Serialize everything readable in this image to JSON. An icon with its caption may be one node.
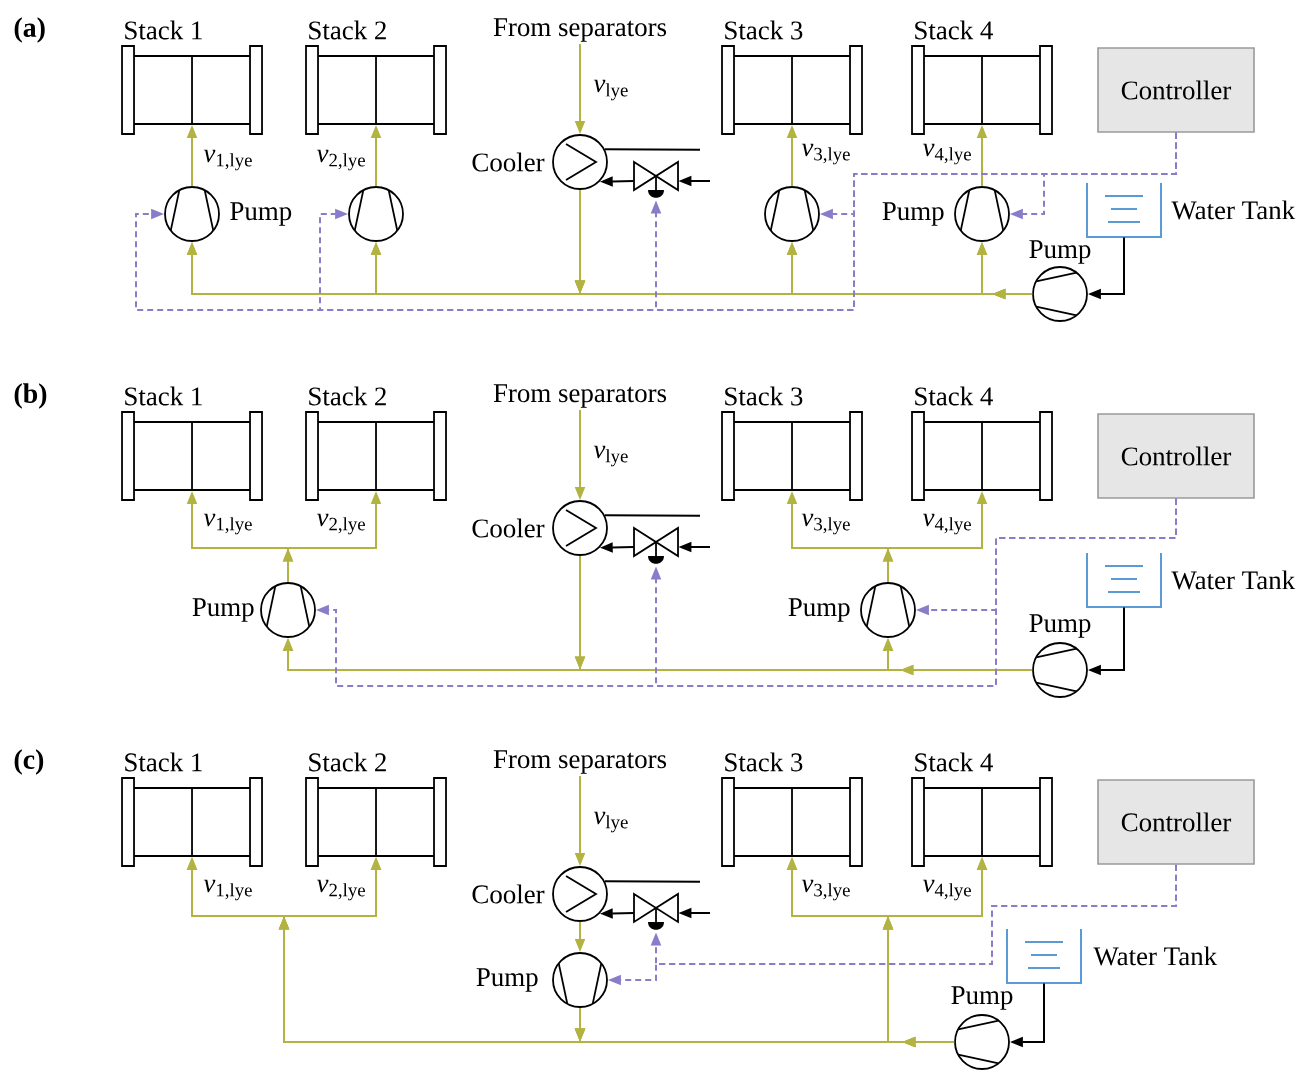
{
  "diagram": {
    "nodes": [
      {
        "text": [
          "Stack 1"
        ]
      },
      {
        "text": [
          "Stack 2"
        ]
      },
      {
        "text": [
          "From separators"
        ]
      },
      {
        "text": [
          "Stack 3"
        ]
      },
      {
        "text": [
          "Stack 4"
        ]
      },
      {
        "text": [
          "Controller"
        ]
      },
      {
        "text": [
          "Cooler"
        ]
      },
      {
        "text": [],
        "shape": "valve"
      },
      {
        "text": [
          "Pump"
        ]
      },
      {
        "text": [],
        "shape": "circle"
      },
      {
        "text": [],
        "shape": "circle"
      },
      {
        "text": [
          "Pump"
        ]
      },
      {
        "text": [
          "Water Tank"
        ]
      },
      {
        "text": [
          "Pump"
        ]
      },
      {
        "text": [
          "Stack 1"
        ]
      },
      {
        "text": [
          "Stack 2"
        ]
      },
      {
        "text": [
          "From separators"
        ]
      },
      {
        "text": [
          "Stack 3"
        ]
      },
      {
        "text": [
          "Stack 4"
        ]
      },
      {
        "text": [
          "Controller"
        ]
      },
      {
        "text": [
          "Cooler"
        ]
      },
      {
        "text": [],
        "shape": "valve"
      },
      {
        "text": [
          "Pump"
        ]
      },
      {
        "text": [
          "Pump"
        ]
      },
      {
        "text": [
          "Water Tank"
        ]
      },
      {
        "text": [
          "Pump"
        ]
      },
      {
        "text": [
          "Stack 1"
        ]
      },
      {
        "text": [
          "Stack 2"
        ]
      },
      {
        "text": [
          "From separators"
        ]
      },
      {
        "text": [
          "Stack 3"
        ]
      },
      {
        "text": [
          "Stack 4"
        ]
      },
      {
        "text": [
          "Controller"
        ]
      },
      {
        "text": [
          "Cooler"
        ]
      },
      {
        "text": [],
        "shape": "valve"
      },
      {
        "text": [
          "Water Tank"
        ]
      },
      {
        "text": [
          "Pump"
        ]
      },
      {
        "text": [
          "Pump"
        ]
      }
    ],
    "edges": [
      {
        "from": 2,
        "to": 6,
        "arrow": "to",
        "label": "*v*$_{lye}$"
      },
      {
        "from": 6,
        "to": 8,
        "arrow": "to"
      },
      {
        "from": 6,
        "to": 9,
        "arrow": "to"
      },
      {
        "from": 6,
        "to": 10,
        "arrow": "to"
      },
      {
        "from": 6,
        "to": 11,
        "arrow": "to"
      },
      {
        "from": 13,
        "to": 8,
        "arrow": "to"
      },
      {
        "from": 13,
        "to": 9,
        "arrow": "to"
      },
      {
        "from": 13,
        "to": 10,
        "arrow": "to"
      },
      {
        "from": 13,
        "to": 11,
        "arrow": "to"
      },
      {
        "from": 8,
        "to": 0,
        "arrow": "to",
        "label": "*v*$_{1,lye}$"
      },
      {
        "from": 9,
        "to": 1,
        "arrow": "to",
        "label": "*v*$_{2,lye}$"
      },
      {
        "from": 10,
        "to": 3,
        "arrow": "to",
        "label": "*v*$_{3,lye}$"
      },
      {
        "from": 11,
        "to": 4,
        "arrow": "to",
        "label": "*v*$_{4,lye}$"
      },
      {
        "from": 12,
        "to": 13,
        "arrow": "to",
        "color": "#000000"
      },
      {
        "from": null,
        "to": 7,
        "arrow": "to",
        "color": "#000000"
      },
      {
        "from": 7,
        "to": 6,
        "arrow": "to",
        "color": "#000000"
      },
      {
        "from": 6,
        "to": null,
        "arrow": "none",
        "color": "#000000"
      },
      {
        "from": 5,
        "to": 8,
        "arrow": "to",
        "style": "dashed",
        "color": "#8a7cc8"
      },
      {
        "from": 5,
        "to": 9,
        "arrow": "to",
        "style": "dashed",
        "color": "#8a7cc8"
      },
      {
        "from": 5,
        "to": 7,
        "arrow": "to",
        "style": "dashed",
        "color": "#8a7cc8"
      },
      {
        "from": 5,
        "to": 10,
        "arrow": "to",
        "style": "dashed",
        "color": "#8a7cc8"
      },
      {
        "from": 5,
        "to": 11,
        "arrow": "to",
        "style": "dashed",
        "color": "#8a7cc8"
      },
      {
        "from": 16,
        "to": 20,
        "arrow": "to",
        "label": "*v*$_{lye}$"
      },
      {
        "from": 20,
        "to": 22,
        "arrow": "to"
      },
      {
        "from": 20,
        "to": 23,
        "arrow": "to"
      },
      {
        "from": 25,
        "to": 22,
        "arrow": "to"
      },
      {
        "from": 25,
        "to": 23,
        "arrow": "to"
      },
      {
        "from": 22,
        "to": 14,
        "arrow": "to",
        "label": "*v*$_{1,lye}$"
      },
      {
        "from": 22,
        "to": 15,
        "arrow": "to",
        "label": "*v*$_{2,lye}$"
      },
      {
        "from": 23,
        "to": 17,
        "arrow": "to",
        "label": "*v*$_{3,lye}$"
      },
      {
        "from": 23,
        "to": 18,
        "arrow": "to",
        "label": "*v*$_{4,lye}$"
      },
      {
        "from": 24,
        "to": 25,
        "arrow": "to",
        "color": "#000000"
      },
      {
        "from": null,
        "to": 21,
        "arrow": "to",
        "color": "#000000"
      },
      {
        "from": 21,
        "to": 20,
        "arrow": "to",
        "color": "#000000"
      },
      {
        "from": 20,
        "to": null,
        "arrow": "none",
        "color": "#000000"
      },
      {
        "from": 19,
        "to": 22,
        "arrow": "to",
        "style": "dashed",
        "color": "#8a7cc8"
      },
      {
        "from": 19,
        "to": 21,
        "arrow": "to",
        "style": "dashed",
        "color": "#8a7cc8"
      },
      {
        "from": 19,
        "to": 23,
        "arrow": "to",
        "style": "dashed",
        "color": "#8a7cc8"
      },
      {
        "from": 28,
        "to": 32,
        "arrow": "to",
        "label": "*v*$_{lye}$"
      },
      {
        "from": 32,
        "to": 35,
        "arrow": "to"
      },
      {
        "from": 35,
        "to": 26,
        "arrow": "to",
        "label": "*v*$_{1,lye}$"
      },
      {
        "from": 35,
        "to": 27,
        "arrow": "to",
        "label": "*v*$_{2,lye}$"
      },
      {
        "from": 35,
        "to": 29,
        "arrow": "to",
        "label": "*v*$_{3,lye}$"
      },
      {
        "from": 35,
        "to": 30,
        "arrow": "to",
        "label": "*v*$_{4,lye}$"
      },
      {
        "from": 36,
        "to": 26,
        "arrow": "to"
      },
      {
        "from": 36,
        "to": 27,
        "arrow": "to"
      },
      {
        "from": 36,
        "to": 29,
        "arrow": "to"
      },
      {
        "from": 36,
        "to": 30,
        "arrow": "to"
      },
      {
        "from": 34,
        "to": 36,
        "arrow": "to",
        "color": "#000000"
      },
      {
        "from": null,
        "to": 33,
        "arrow": "to",
        "color": "#000000"
      },
      {
        "from": 33,
        "to": 32,
        "arrow": "to",
        "color": "#000000"
      },
      {
        "from": 32,
        "to": null,
        "arrow": "none",
        "color": "#000000"
      },
      {
        "from": 31,
        "to": 33,
        "arrow": "to",
        "style": "dashed",
        "color": "#8a7cc8"
      },
      {
        "from": 31,
        "to": 35,
        "arrow": "to",
        "style": "dashed",
        "color": "#8a7cc8"
      }
    ],
    "labels": [
      "(a)",
      "(b)",
      "(c)"
    ]
  }
}
